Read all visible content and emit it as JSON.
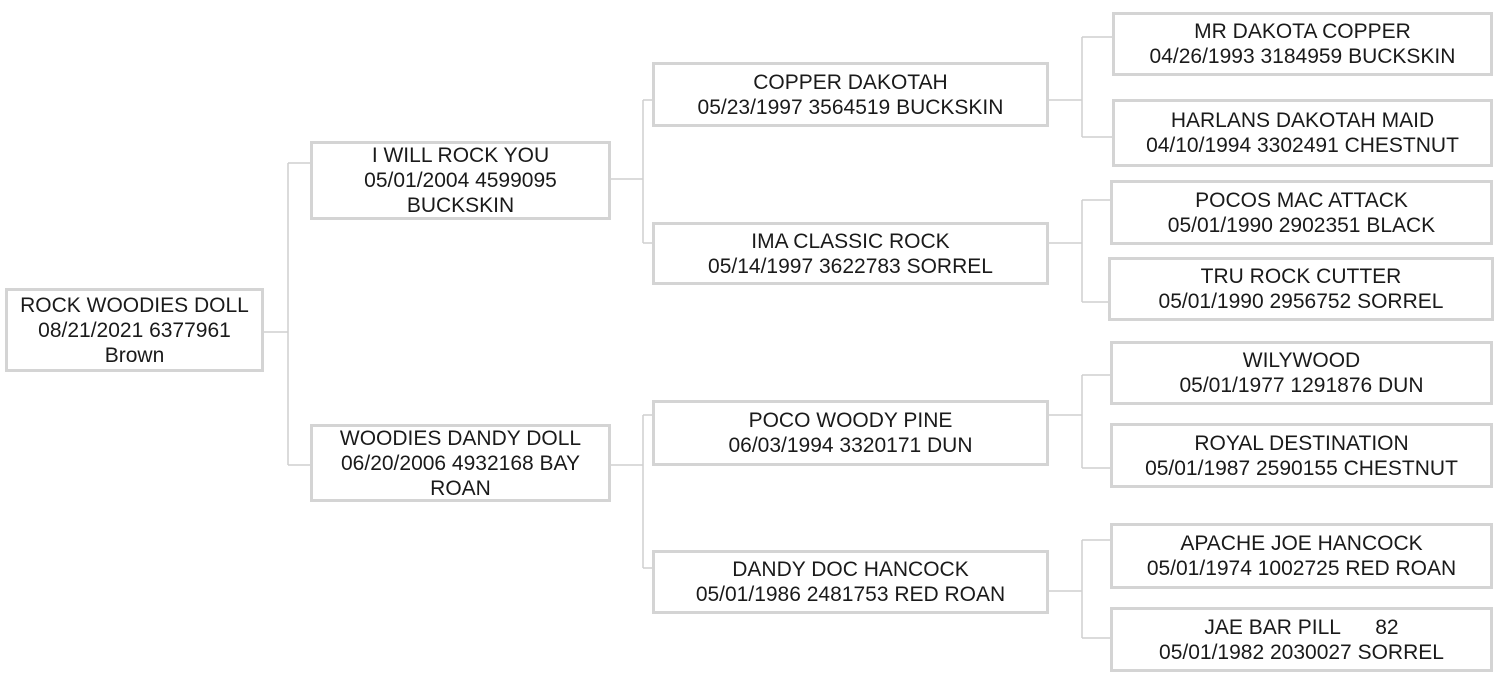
{
  "pedigree": {
    "subject": {
      "l1": "ROCK WOODIES DOLL",
      "l2": "08/21/2021 6377961",
      "l3": "Brown"
    },
    "sire": {
      "l1": "I WILL ROCK YOU",
      "l2": "05/01/2004 4599095",
      "l3": "BUCKSKIN"
    },
    "dam": {
      "l1": "WOODIES DANDY DOLL",
      "l2": "06/20/2006 4932168 BAY",
      "l3": "ROAN"
    },
    "sire_sire": {
      "l1": "COPPER DAKOTAH",
      "l2": "05/23/1997 3564519 BUCKSKIN"
    },
    "sire_dam": {
      "l1": "IMA CLASSIC ROCK",
      "l2": "05/14/1997 3622783 SORREL"
    },
    "dam_sire": {
      "l1": "POCO WOODY PINE",
      "l2": "06/03/1994 3320171 DUN"
    },
    "dam_dam": {
      "l1": "DANDY DOC HANCOCK",
      "l2": "05/01/1986 2481753 RED ROAN"
    },
    "ss_sire": {
      "l1": "MR DAKOTA COPPER",
      "l2": "04/26/1993 3184959 BUCKSKIN"
    },
    "ss_dam": {
      "l1": "HARLANS DAKOTAH MAID",
      "l2": "04/10/1994 3302491 CHESTNUT"
    },
    "sd_sire": {
      "l1": "POCOS MAC ATTACK",
      "l2": "05/01/1990 2902351 BLACK"
    },
    "sd_dam": {
      "l1": "TRU ROCK CUTTER",
      "l2": "05/01/1990 2956752 SORREL"
    },
    "ds_sire": {
      "l1": "WILYWOOD",
      "l2": "05/01/1977 1291876 DUN"
    },
    "ds_dam": {
      "l1": "ROYAL DESTINATION",
      "l2": "05/01/1987 2590155 CHESTNUT"
    },
    "dd_sire": {
      "l1": "APACHE JOE HANCOCK",
      "l2": "05/01/1974 1002725 RED ROAN"
    },
    "dd_dam": {
      "l1": "JAE BAR PILL      82",
      "l2": "05/01/1982 2030027 SORREL"
    }
  },
  "colors": {
    "border": "#d4d4d4",
    "line": "#cfcfcf",
    "text": "#1a1a1a"
  }
}
